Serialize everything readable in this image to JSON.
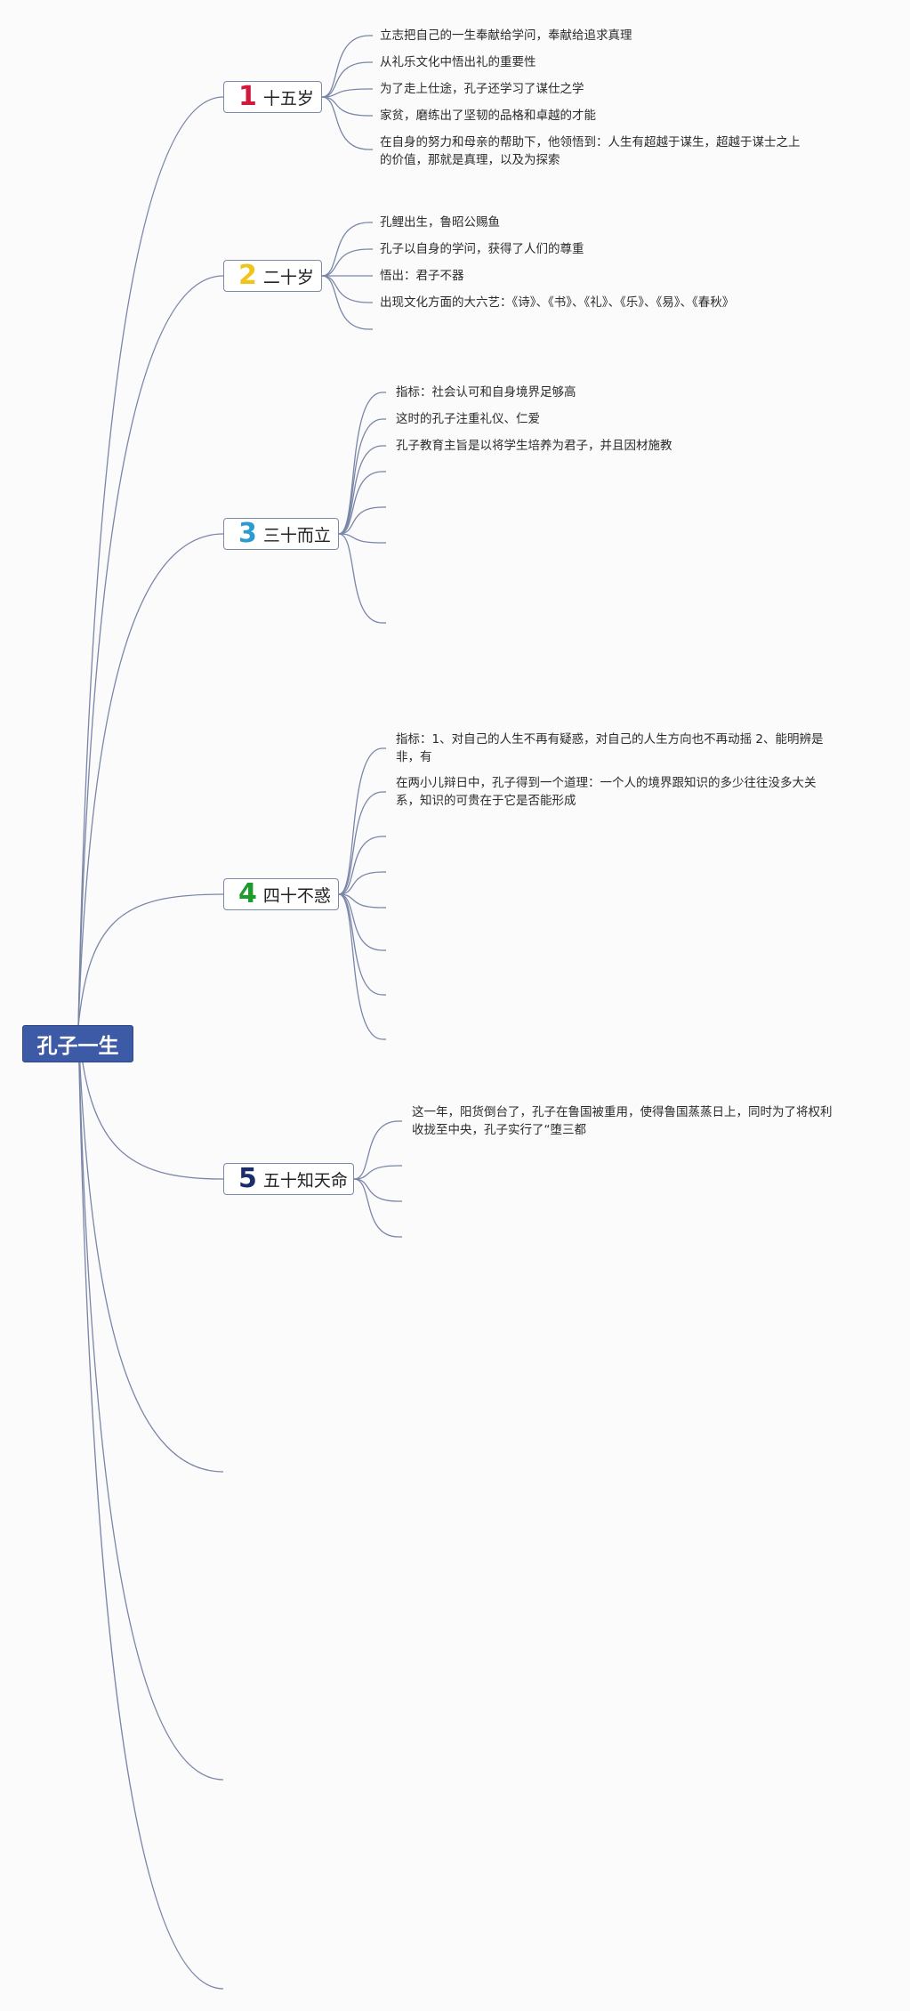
{
  "root": {
    "title": "孔子一生"
  },
  "topics": [
    {
      "num": "1",
      "title": "十五岁",
      "color": "#d2183c",
      "items": [
        [
          "立志把自己的一生奉献给学问，奉献给追求真理"
        ],
        [
          "从礼乐文化中悟出礼的重要性"
        ],
        [
          "为了走上仕途，孔子还学习了谋仕之学"
        ],
        [
          "家贫，磨练出了坚韧的品格和卓越的才能"
        ],
        [
          "在自身的努力和母亲的帮助下，他领悟到：人生有超越于谋生，超越于谋士之上",
          "的价值，那就是真理，以及为探索"
        ]
      ]
    },
    {
      "num": "2",
      "title": "二十岁",
      "color": "#f0c419",
      "items": [
        [
          "孔鲤出生，鲁昭公赐鱼"
        ],
        [
          "孔子以自身的学问，获得了人们的尊重"
        ],
        [
          "悟出：君子不器"
        ],
        [
          "出现文化方面的大六艺：《诗》、《书》、《礼》、《乐》、《易》、《春秋》"
        ]
      ]
    },
    {
      "num": "3",
      "title": "三十而立",
      "color": "#2b9bd1",
      "items": [
        [
          "指标：社会认可和自身境界足够高"
        ],
        [
          "这时的孔子注重礼仪、仁爱"
        ],
        [
          "孔子教育主旨是以将学生培养为君子，并且因材施教"
        ]
      ]
    },
    {
      "num": "4",
      "title": "四十不惑",
      "color": "#1e9b2e",
      "items": [
        [
          "指标：1、对自己的人生不再有疑惑，对自己的人生方向也不再动摇 2、能明辨是",
          "非，有"
        ],
        [
          "在两小儿辩日中，孔子得到一个道理：一个人的境界跟知识的多少往往没多大关",
          "系，知识的可贵在于它是否能形成"
        ]
      ]
    },
    {
      "num": "5",
      "title": "五十知天命",
      "color": "#1c2d6b",
      "items": [
        [
          "这一年，阳货倒台了，孔子在鲁国被重用，使得鲁国蒸蒸日上，同时为了将权利",
          "收拢至中央，孔子实行了“堕三都"
        ]
      ]
    }
  ]
}
